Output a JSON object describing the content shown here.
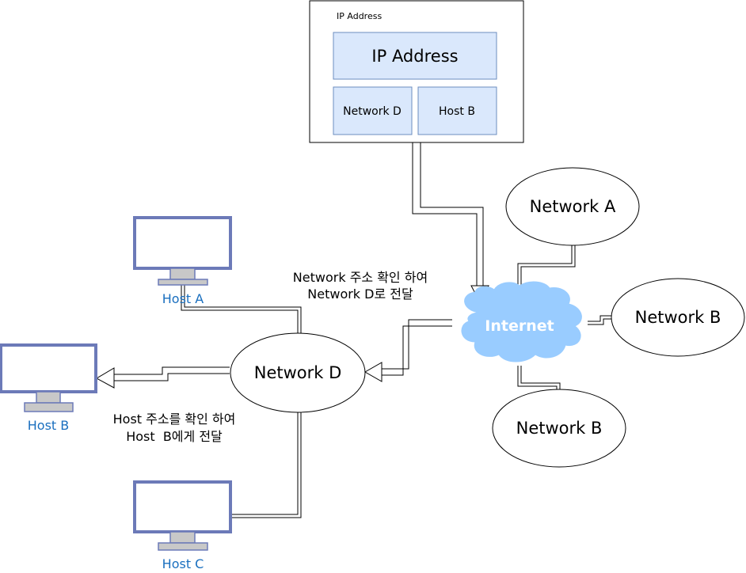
{
  "ip_box": {
    "caption": "IP Address",
    "header": "IP Address",
    "network_cell": "Network D",
    "host_cell": "Host B"
  },
  "internet": {
    "label": "Internet"
  },
  "networks": {
    "network_a": "Network A",
    "network_b_right": "Network B",
    "network_b_bottom": "Network B",
    "network_d": "Network D"
  },
  "hosts": {
    "host_a": "Host A",
    "host_b": "Host B",
    "host_c": "Host C"
  },
  "annotations": {
    "to_network_d_line1": "Network 주소 확인 하여",
    "to_network_d_line2": "Network D로 전달",
    "to_host_b_line1": "Host 주소를 확인 하여",
    "to_host_b_line2": "Host  B에게 전달"
  },
  "colors": {
    "cell_fill": "#dae8fc",
    "cell_stroke": "#6c8ebf",
    "monitor_stroke": "#6c7ab8",
    "monitor_stand": "#c8c8c8",
    "cloud_fill": "#99ccff",
    "host_label": "#1a6fbf"
  }
}
